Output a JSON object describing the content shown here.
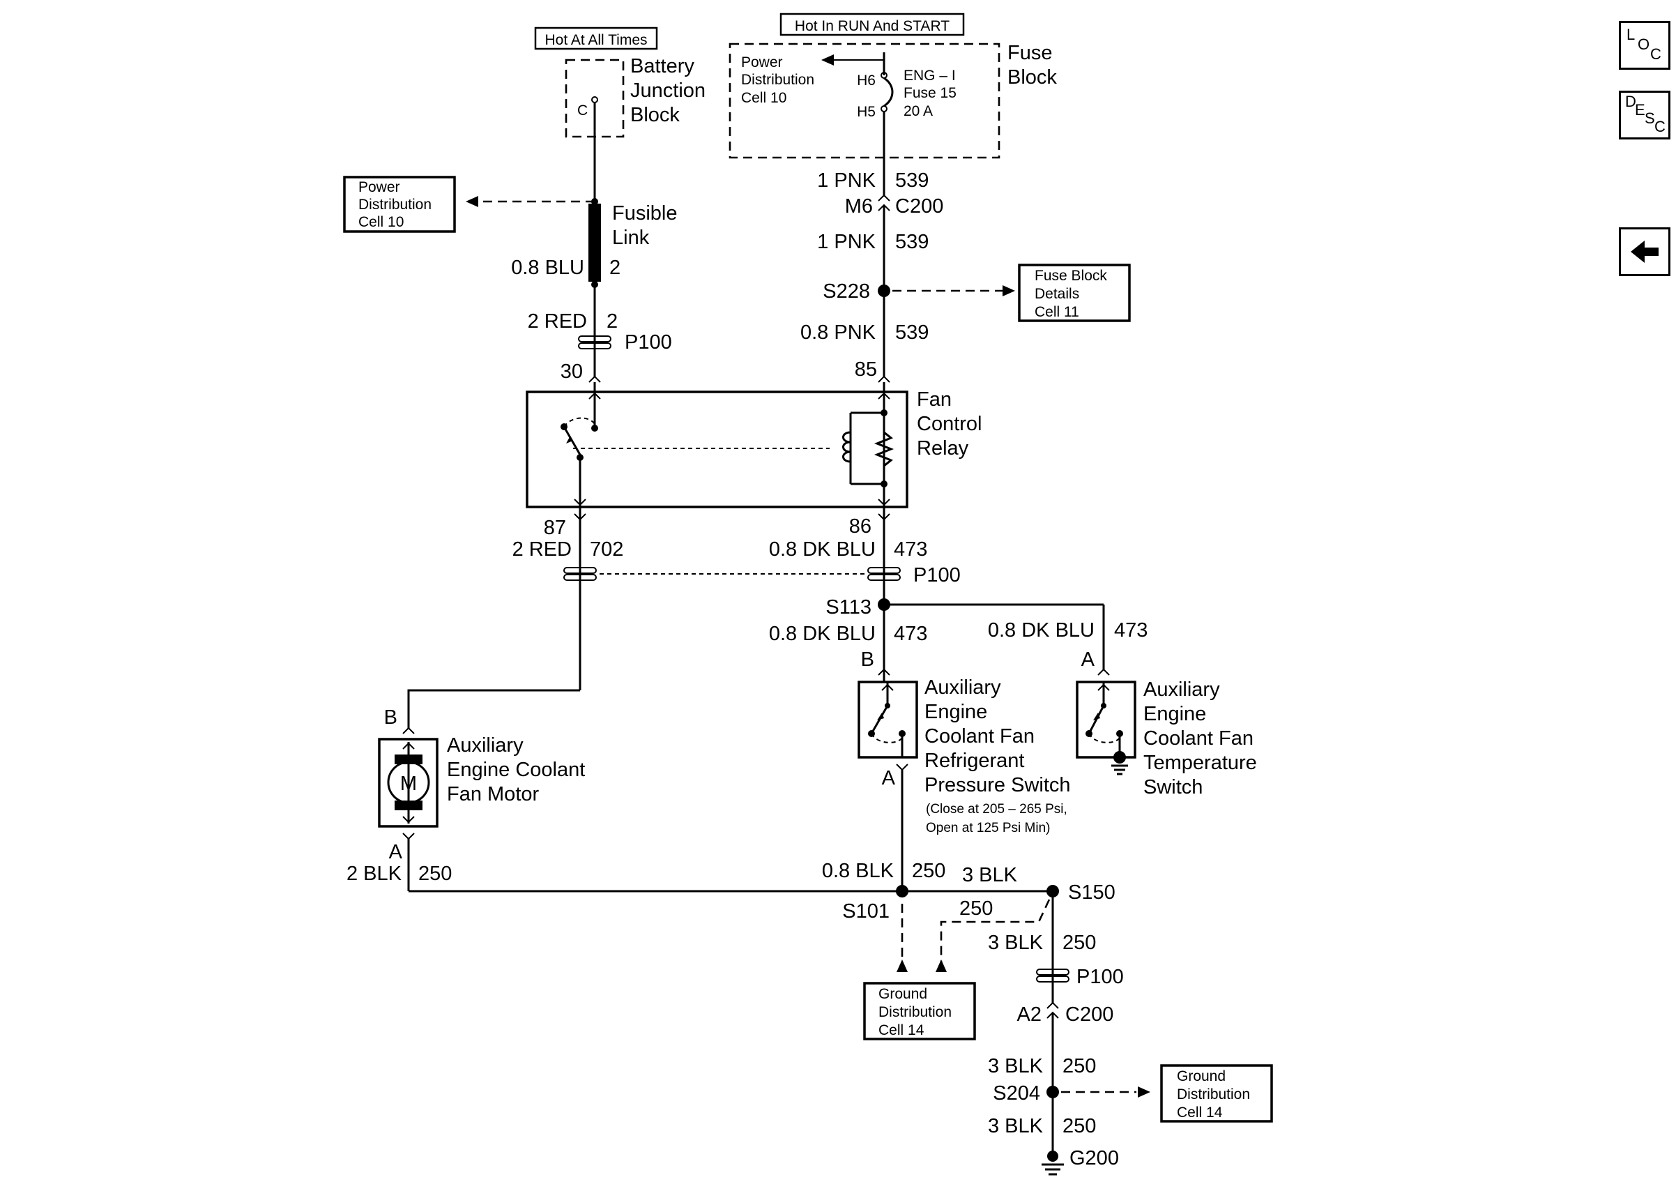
{
  "top": {
    "hot_all_times": "Hot At All Times",
    "hot_run_start": "Hot In RUN And START"
  },
  "battery_junction": {
    "l1": "Battery",
    "l2": "Junction",
    "l3": "Block",
    "cavity": "C"
  },
  "fuse_block": {
    "l1": "Fuse",
    "l2": "Block",
    "pd1": "Power",
    "pd2": "Distribution",
    "pd3": "Cell 10",
    "h6": "H6",
    "h5": "H5",
    "fuse1": "ENG – I",
    "fuse2": "Fuse 15",
    "fuse3": "20 A"
  },
  "left_box_power": {
    "l1": "Power",
    "l2": "Distribution",
    "l3": "Cell 10"
  },
  "fusible_link": {
    "l1": "Fusible",
    "l2": "Link"
  },
  "wires": {
    "blu_link": "0.8 BLU",
    "blu_link_ckt": "2",
    "red_2": "2 RED",
    "red_2_ckt": "2",
    "p100_a": "P100",
    "pnk1": "1 PNK",
    "pnk1_ckt": "539",
    "m6": "M6",
    "c200_a": "C200",
    "pnk2": "1 PNK",
    "pnk2_ckt": "539",
    "s228": "S228",
    "pnk3": "0.8 PNK",
    "pnk3_ckt": "539",
    "pin30": "30",
    "pin85": "85",
    "pin87": "87",
    "pin86": "86",
    "red702": "2 RED",
    "red702_ckt": "702",
    "dkblu1": "0.8 DK BLU",
    "dkblu1_ckt": "473",
    "p100_b": "P100",
    "s113": "S113",
    "dkblu2": "0.8 DK BLU",
    "dkblu2_ckt": "473",
    "dkblu3": "0.8 DK BLU",
    "dkblu3_ckt": "473",
    "pin_b_refrig": "B",
    "pin_a_temp": "A",
    "pin_b_motor": "B",
    "pin_a_motor": "A",
    "pin_a_refrig": "A",
    "blk_motor": "2 BLK",
    "blk_motor_ckt": "250",
    "blk_08": "0.8 BLK",
    "blk_08_ckt": "250",
    "blk_3a": "3 BLK",
    "s150": "S150",
    "s101": "S101",
    "ckt_250_dash": "250",
    "blk_3b": "3 BLK",
    "blk_3b_ckt": "250",
    "p100_c": "P100",
    "a2": "A2",
    "c200_b": "C200",
    "blk_3c": "3 BLK",
    "blk_3c_ckt": "250",
    "s204": "S204",
    "blk_3d": "3 BLK",
    "blk_3d_ckt": "250",
    "g200": "G200"
  },
  "fuse_details_box": {
    "l1": "Fuse Block",
    "l2": "Details",
    "l3": "Cell 11"
  },
  "relay": {
    "l1": "Fan",
    "l2": "Control",
    "l3": "Relay"
  },
  "motor": {
    "l1": "Auxiliary",
    "l2": "Engine Coolant",
    "l3": "Fan Motor",
    "symbol": "M"
  },
  "refrig_switch": {
    "l1": "Auxiliary",
    "l2": "Engine",
    "l3": "Coolant Fan",
    "l4": "Refrigerant",
    "l5": "Pressure Switch",
    "n1": "(Close at 205 – 265 Psi,",
    "n2": "Open at 125 Psi Min)"
  },
  "temp_switch": {
    "l1": "Auxiliary",
    "l2": "Engine",
    "l3": "Coolant Fan",
    "l4": "Temperature",
    "l5": "Switch"
  },
  "ground_box_1": {
    "l1": "Ground",
    "l2": "Distribution",
    "l3": "Cell 14"
  },
  "ground_box_2": {
    "l1": "Ground",
    "l2": "Distribution",
    "l3": "Cell 14"
  },
  "nav": {
    "loc": {
      "a": "L",
      "b": "O",
      "c": "C"
    },
    "desc": {
      "a": "D",
      "b": "E",
      "c": "S",
      "d": "C"
    },
    "back_icon": "left-arrow-icon"
  }
}
